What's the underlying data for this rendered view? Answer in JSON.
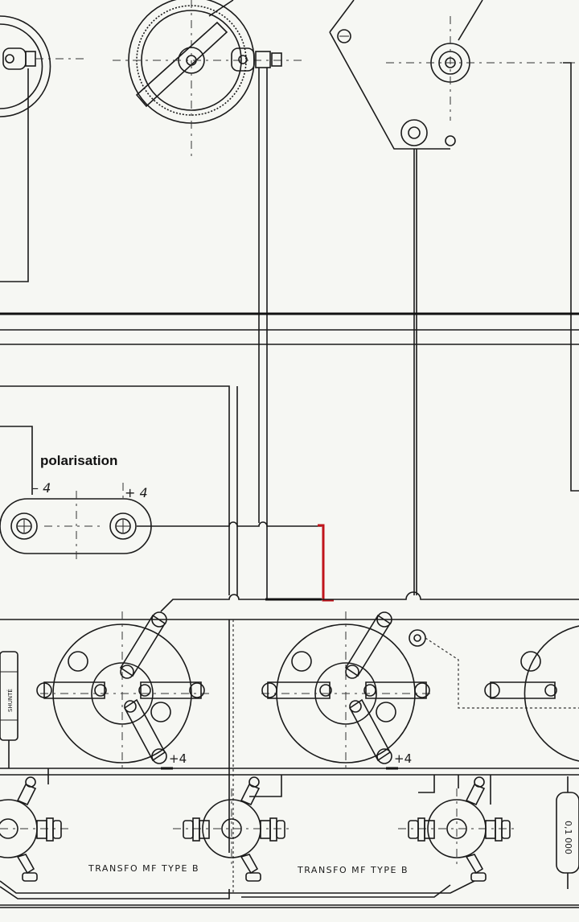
{
  "labels": {
    "polarisation": "polarisation",
    "minus4": "– 4",
    "plus4": "+ 4",
    "plus4_socket1": "+4",
    "plus4_socket2": "+4",
    "shunt": "SHUNTÉ",
    "transfo_1": "TRANSFO MF TYPE B",
    "transfo_2": "TRANSFO MF TYPE B",
    "resistor_value": "0,1 000"
  },
  "colors": {
    "line": "#1a1a1a",
    "highlight_wire": "#c0141b",
    "paper": "#f6f7f3"
  }
}
